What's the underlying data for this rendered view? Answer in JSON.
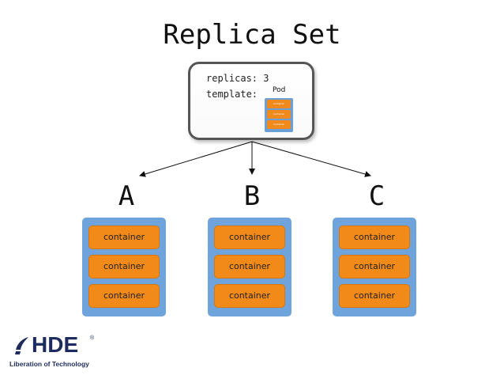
{
  "title": "Replica Set",
  "replicaset": {
    "line1": "replicas: 3",
    "line2": "template:",
    "pod_label": "Pod",
    "mini_containers": [
      "container",
      "container",
      "container"
    ]
  },
  "replicas": [
    {
      "label": "A",
      "containers": [
        "container",
        "container",
        "container"
      ]
    },
    {
      "label": "B",
      "containers": [
        "container",
        "container",
        "container"
      ]
    },
    {
      "label": "C",
      "containers": [
        "container",
        "container",
        "container"
      ]
    }
  ],
  "logo": {
    "name": "HDE",
    "registered": "®",
    "tagline": "Liberation of Technology"
  },
  "colors": {
    "pod": "#6ea3dc",
    "container": "#f28a19",
    "logo": "#1d2b5e"
  }
}
